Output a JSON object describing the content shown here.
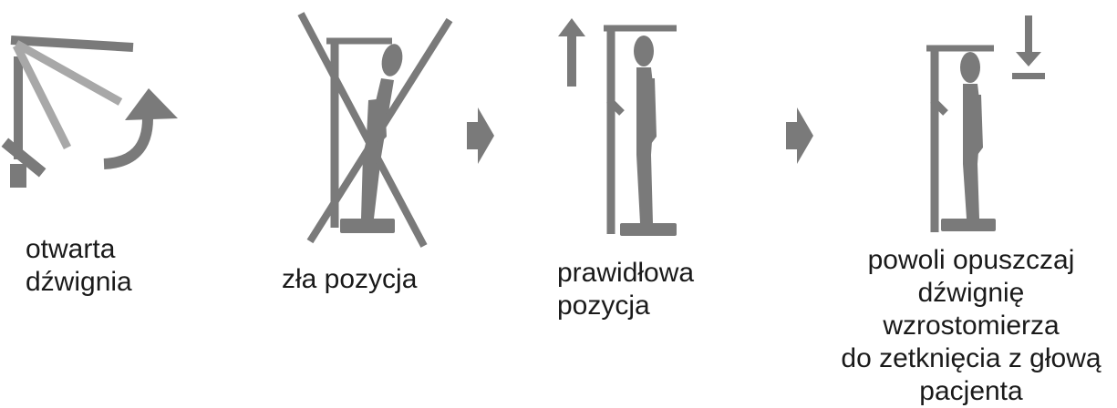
{
  "colors": {
    "ink": "#7a7a7a",
    "ink_light": "#a8a8a8",
    "text": "#1a1a1a"
  },
  "steps": [
    {
      "id": "open-lever",
      "caption_lines": [
        "otwarta",
        "dźwignia"
      ]
    },
    {
      "id": "wrong-position",
      "caption_lines": [
        "zła pozycja"
      ]
    },
    {
      "id": "correct-position",
      "caption_lines": [
        "prawidłowa",
        "pozycja"
      ]
    },
    {
      "id": "lower-lever",
      "caption_lines": [
        "powoli opuszczaj",
        "dźwignię wzrostomierza",
        "do zetknięcia z głową",
        "pacjenta"
      ]
    }
  ],
  "icons": {
    "open_lever": "open-lever-icon",
    "wrong_position": "wrong-position-icon",
    "correct_position": "correct-position-icon",
    "lower_lever": "lower-lever-icon",
    "next_step": "next-arrow-icon",
    "lever_up": "arrow-up-icon",
    "lever_down": "arrow-down-icon"
  }
}
